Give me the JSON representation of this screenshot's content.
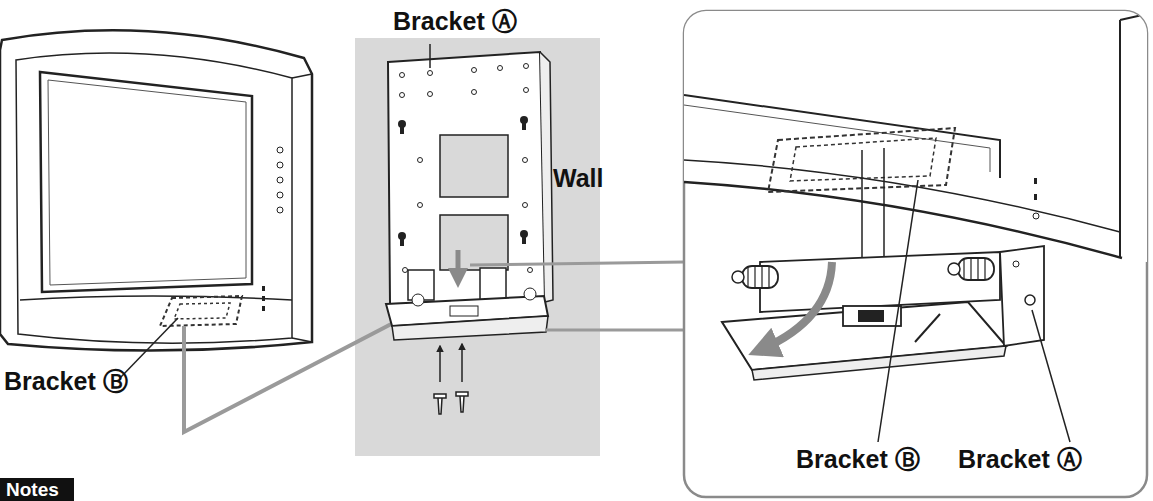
{
  "diagram": {
    "nodes": [
      {
        "text": [
          "Notes"
        ]
      }
    ],
    "labels": [
      "Bracket Ⓐ",
      "Wall",
      "Bracket Ⓑ",
      "Bracket Ⓑ",
      "Bracket Ⓐ"
    ]
  }
}
